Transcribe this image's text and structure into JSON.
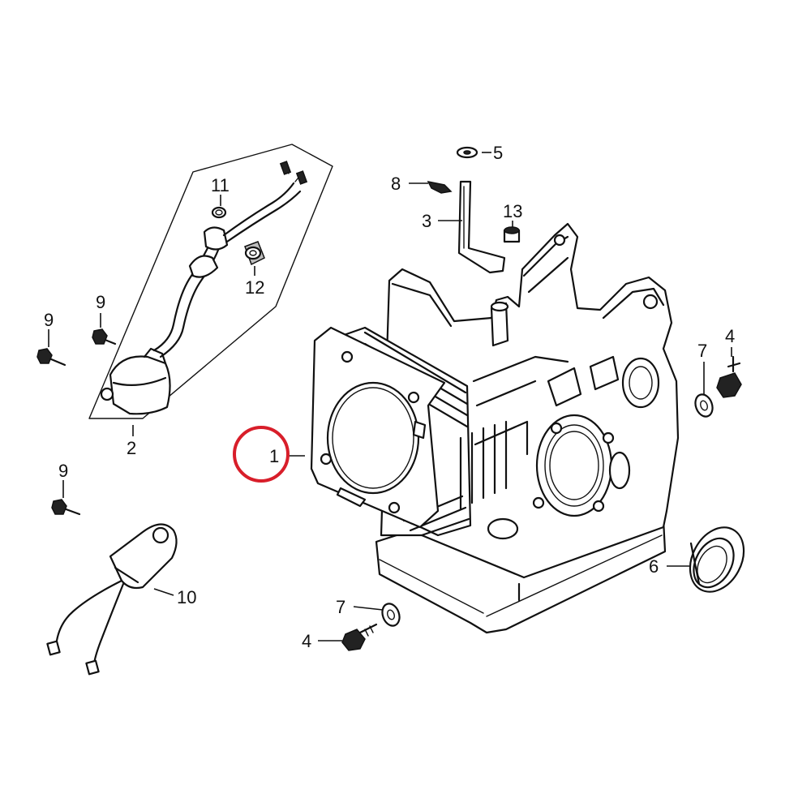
{
  "labels": {
    "p1": "1",
    "p2": "2",
    "p3": "3",
    "p4a": "4",
    "p4b": "4",
    "p5": "5",
    "p6": "6",
    "p7a": "7",
    "p7b": "7",
    "p8": "8",
    "p9a": "9",
    "p9b": "9",
    "p9c": "9",
    "p10": "10",
    "p11": "11",
    "p12": "12",
    "p13": "13"
  },
  "highlight": {
    "part": "1",
    "color": "#d81e2a"
  }
}
